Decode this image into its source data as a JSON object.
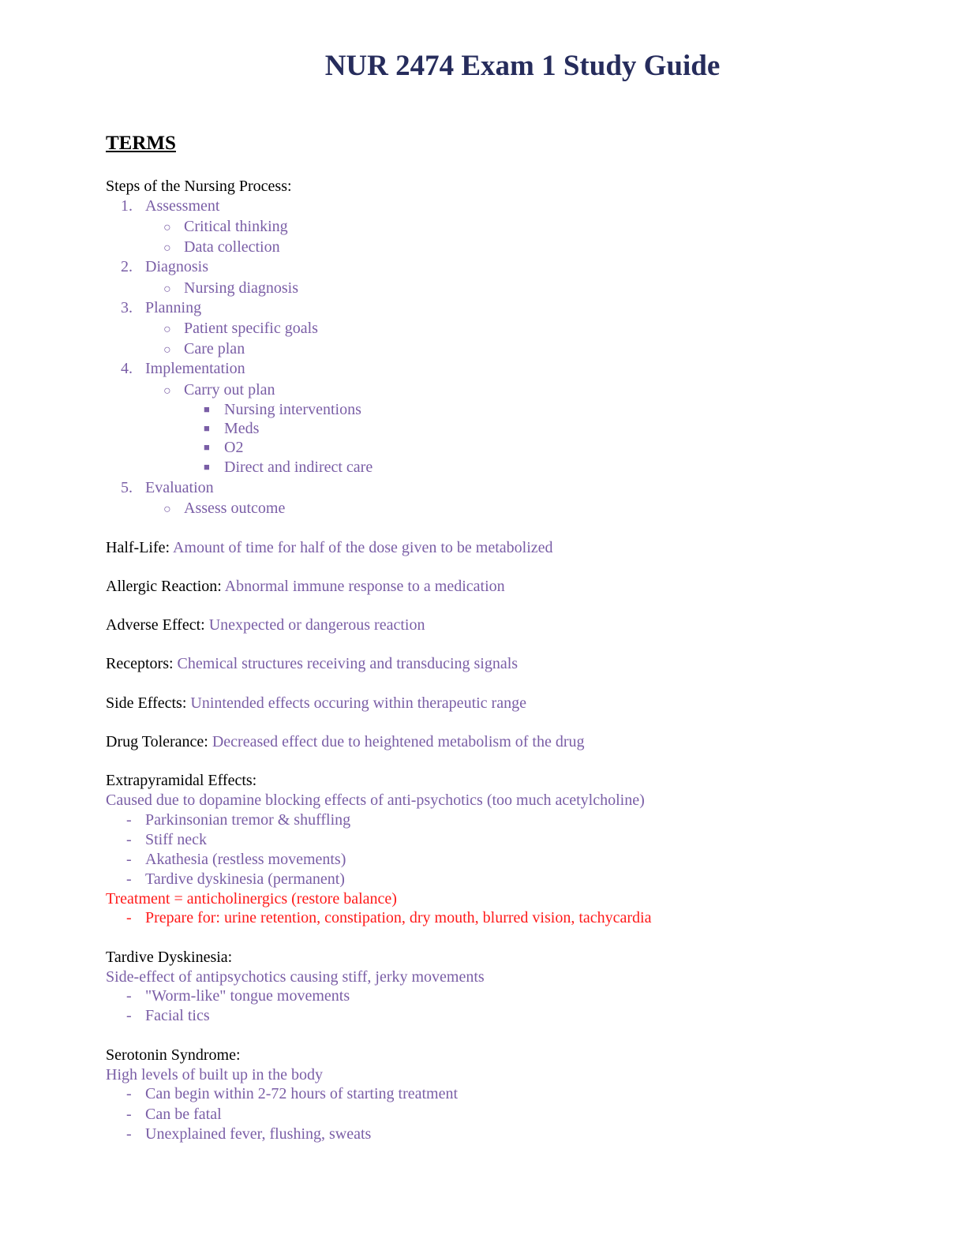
{
  "title": "NUR 2474 Exam 1 Study Guide",
  "section_heading": "TERMS",
  "nursing_process": {
    "label": "Steps of the Nursing Process:",
    "steps": [
      {
        "num": "1.",
        "label": "Assessment",
        "sub": [
          "Critical thinking",
          "Data collection"
        ]
      },
      {
        "num": "2.",
        "label": "Diagnosis",
        "sub": [
          "Nursing diagnosis"
        ]
      },
      {
        "num": "3.",
        "label": "Planning",
        "sub": [
          "Patient specific goals",
          "Care plan"
        ]
      },
      {
        "num": "4.",
        "label": "Implementation",
        "sub": [
          "Carry out plan"
        ],
        "subsub": [
          "Nursing interventions",
          "Meds",
          "O2",
          "Direct and indirect care"
        ]
      },
      {
        "num": "5.",
        "label": "Evaluation",
        "sub": [
          "Assess outcome"
        ]
      }
    ]
  },
  "definitions": [
    {
      "term": "Half-Life:",
      "def": "Amount of time for half of the dose given to be metabolized"
    },
    {
      "term": "Allergic Reaction:",
      "def": "Abnormal immune response to a medication"
    },
    {
      "term": "Adverse Effect:",
      "def": "Unexpected or dangerous reaction"
    },
    {
      "term": "Receptors:",
      "def": "Chemical structures receiving and transducing signals"
    },
    {
      "term": "Side Effects:",
      "def": "Unintended effects occuring within therapeutic range"
    },
    {
      "term": "Drug Tolerance:",
      "def": "Decreased effect due to heightened metabolism of the drug"
    }
  ],
  "extrapyramidal": {
    "term": "Extrapyramidal Effects:",
    "desc": "Caused due to dopamine blocking effects of anti-psychotics (too much acetylcholine)",
    "items": [
      "Parkinsonian tremor & shuffling",
      "Stiff neck",
      "Akathesia (restless movements)",
      "Tardive dyskinesia (permanent)"
    ],
    "treatment": "Treatment = anticholinergics (restore balance)",
    "prepare": "Prepare for: urine retention, constipation, dry mouth, blurred vision, tachycardia"
  },
  "tardive": {
    "term": "Tardive Dyskinesia:",
    "desc": "Side-effect of antipsychotics causing stiff, jerky movements",
    "items": [
      "\"Worm-like\" tongue movements",
      "Facial tics"
    ]
  },
  "serotonin": {
    "term": "Serotonin Syndrome:",
    "desc": "High levels of built up in the body",
    "items": [
      "Can begin within 2-72 hours of starting treatment",
      "Can be fatal",
      "Unexplained fever, flushing, sweats"
    ]
  },
  "symbols": {
    "dash": "-",
    "circle": "○",
    "square": "■"
  },
  "colors": {
    "title": "#262c5c",
    "note": "#7a5ea6",
    "alert": "#ff1a1a"
  }
}
